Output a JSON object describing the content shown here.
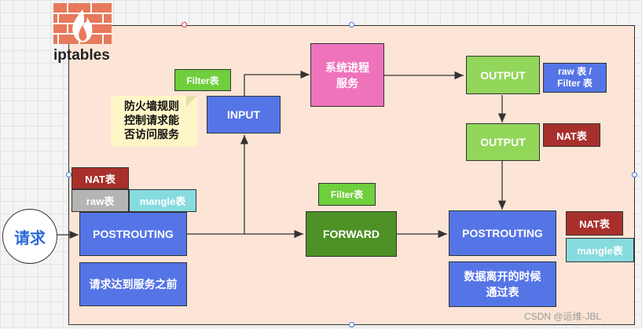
{
  "logo": {
    "text": "iptables"
  },
  "note": {
    "lines": [
      "防火墙规则",
      "控制请求能",
      "否访问服务"
    ]
  },
  "request": {
    "label": "请求"
  },
  "nodes": {
    "nat_left": "NAT表",
    "raw_left": "raw表",
    "mangle_left": "mangle表",
    "postrouting_left": "POSTROUTING",
    "desc_left": "请求达到服务之前",
    "filter_input": "Filter表",
    "input": "INPUT",
    "service": "系统进程\n服务",
    "output_top": "OUTPUT",
    "raw_filter": "raw 表 /\nFilter 表",
    "output_mid": "OUTPUT",
    "nat_output": "NAT表",
    "filter_forward": "Filter表",
    "forward": "FORWARD",
    "postrouting_right": "POSTROUTING",
    "nat_right": "NAT表",
    "mangle_right": "mangle表",
    "desc_right": "数据离开的时候\n通过表"
  },
  "watermark": "CSDN @运维-JBL",
  "colors": {
    "blue": "#5575e6",
    "pink": "#ee73bb",
    "green": "#92d65a",
    "forward": "#4d9127",
    "nat": "#a8302c",
    "panel": "#fce5d6"
  }
}
